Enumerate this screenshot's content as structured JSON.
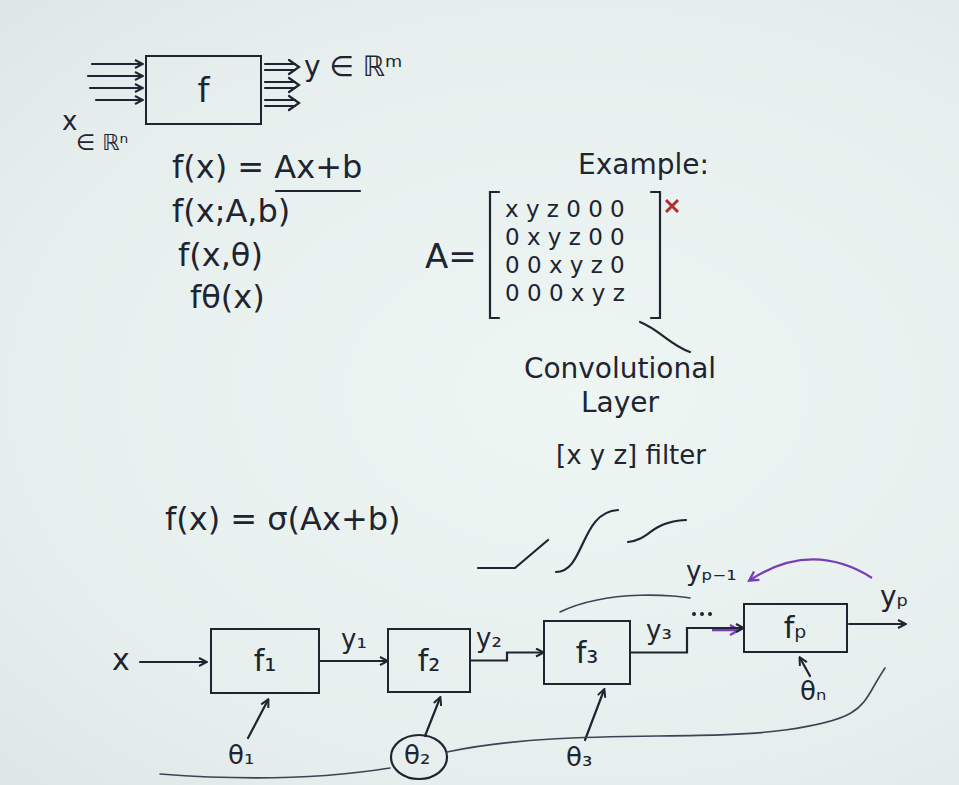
{
  "diagram": {
    "nodes": [
      {
        "text": [
          "f"
        ]
      },
      {
        "text": [
          "f₁"
        ]
      },
      {
        "text": [
          "f₂"
        ]
      },
      {
        "text": [
          "f₃"
        ]
      },
      {
        "text": [
          "fₚ"
        ]
      }
    ],
    "edges": [
      {
        "from": 1,
        "to": 2,
        "arrow": "to",
        "label": "y₁"
      },
      {
        "from": 2,
        "to": 3,
        "arrow": "to",
        "label": "y₂"
      },
      {
        "from": 3,
        "to": 4,
        "arrow": "to",
        "label": "y₃"
      }
    ],
    "labels": [
      "x",
      "∈ ℝⁿ",
      "y ∈ ℝᵐ",
      "f(x) = Ax+b",
      "f(x;A,b)",
      "f(x,θ)",
      "fθ(x)",
      "Example:",
      "A=",
      "x y z 0 0 0",
      "0 x y z 0 0",
      "0 0 x y z 0",
      "0 0 0 x y z",
      "Convolutional Layer",
      "[x y z] filter",
      "f(x) = σ(Ax+b)",
      "x",
      "yₚ₋₁",
      "yₚ",
      "θ₁",
      "θ₂",
      "θ₃",
      "θₙ"
    ]
  }
}
